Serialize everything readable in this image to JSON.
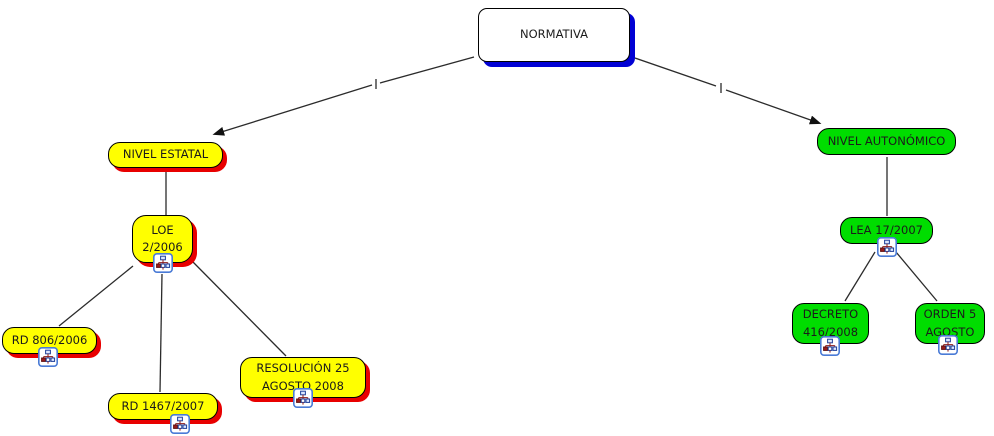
{
  "map": {
    "colors": {
      "concept_yellow": "#FFFF00",
      "concept_green": "#00DD00",
      "root_fill": "#FFFFFF",
      "shadow_red": "#E80000",
      "shadow_blue": "#0101D4",
      "border": "#000000",
      "line": "#2B2B2B"
    },
    "nodes": {
      "normativa": {
        "label": "NORMATIVA"
      },
      "nivel_estatal": {
        "label": "NIVEL ESTATAL"
      },
      "loe": {
        "label": "LOE\n2/2006",
        "resource_icon": "org-chart-icon"
      },
      "rd806": {
        "label": "RD 806/2006",
        "resource_icon": "org-chart-icon"
      },
      "rd1467": {
        "label": "RD 1467/2007",
        "resource_icon": "org-chart-icon"
      },
      "resolucion": {
        "label": "RESOLUCIÓN 25\nAGOSTO 2008",
        "resource_icon": "org-chart-icon"
      },
      "nivel_autonomico": {
        "label": "NIVEL AUTONÓMICO"
      },
      "lea": {
        "label": "LEA 17/2007",
        "resource_icon": "org-chart-icon"
      },
      "decreto": {
        "label": "DECRETO\n416/2008",
        "resource_icon": "org-chart-icon"
      },
      "orden": {
        "label": "ORDEN 5\nAGOSTO",
        "resource_icon": "org-chart-icon"
      }
    },
    "edges": [
      {
        "from": "NORMATIVA",
        "to": "NIVEL ESTATAL",
        "arrowhead": true
      },
      {
        "from": "NORMATIVA",
        "to": "NIVEL AUTONÓMICO",
        "arrowhead": true
      },
      {
        "from": "NIVEL ESTATAL",
        "to": "LOE 2/2006",
        "arrowhead": false
      },
      {
        "from": "LOE 2/2006",
        "to": "RD 806/2006",
        "arrowhead": false
      },
      {
        "from": "LOE 2/2006",
        "to": "RD 1467/2007",
        "arrowhead": false
      },
      {
        "from": "LOE 2/2006",
        "to": "RESOLUCIÓN 25 AGOSTO 2008",
        "arrowhead": false
      },
      {
        "from": "NIVEL AUTONÓMICO",
        "to": "LEA 17/2007",
        "arrowhead": false
      },
      {
        "from": "LEA 17/2007",
        "to": "DECRETO 416/2008",
        "arrowhead": false
      },
      {
        "from": "LEA 17/2007",
        "to": "ORDEN 5 AGOSTO",
        "arrowhead": false
      }
    ]
  }
}
